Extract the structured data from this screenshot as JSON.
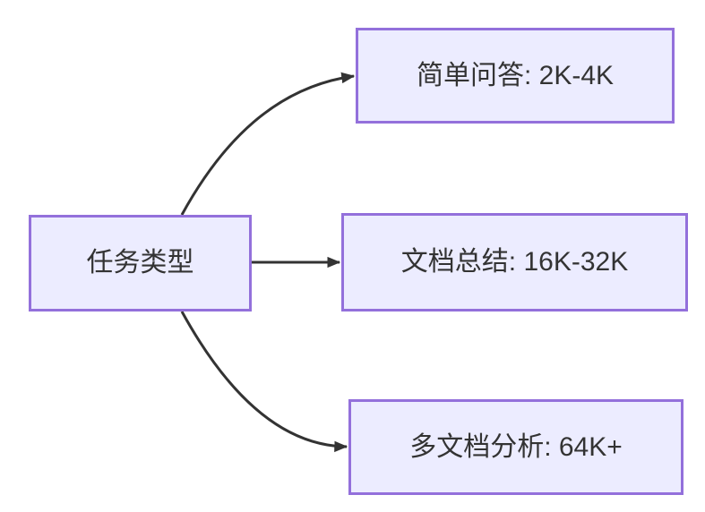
{
  "diagram": {
    "type": "flowchart-left-to-right",
    "root": {
      "label": "任务类型"
    },
    "branches": [
      {
        "label": "简单问答: 2K-4K"
      },
      {
        "label": "文档总结: 16K-32K"
      },
      {
        "label": "多文档分析: 64K+"
      }
    ],
    "edges": [
      {
        "from": "任务类型",
        "to": "简单问答: 2K-4K",
        "style": "curved-arrow"
      },
      {
        "from": "任务类型",
        "to": "文档总结: 16K-32K",
        "style": "straight-arrow"
      },
      {
        "from": "任务类型",
        "to": "多文档分析: 64K+",
        "style": "curved-arrow"
      }
    ],
    "colors": {
      "node_fill": "#ECECFF",
      "node_border": "#9370DB",
      "edge": "#333333",
      "text": "#333333",
      "background": "#FFFFFF"
    }
  }
}
